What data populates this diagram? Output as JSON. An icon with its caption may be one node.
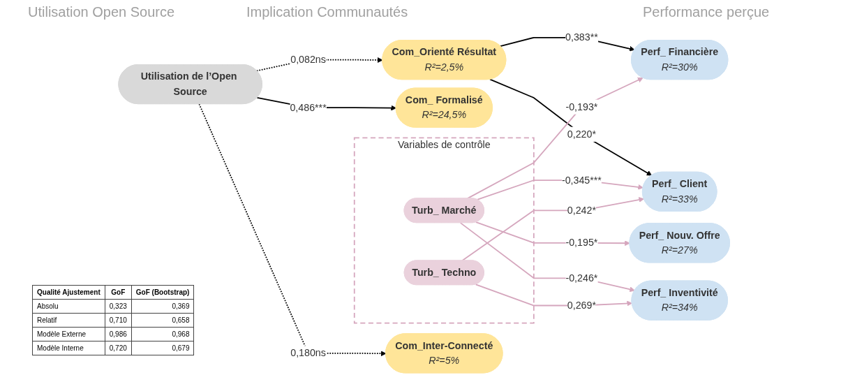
{
  "diagram": {
    "nodes": [
      {
        "text": [
          "Utilisation de l’Open Source"
        ]
      },
      {
        "text": [
          "Com_ Formalisé",
          "R²=24,5%"
        ]
      },
      {
        "text": [
          "Com_Orienté Résultat",
          "R²=2,5%"
        ]
      },
      {
        "text": [
          "Com_Inter-Connecté",
          "R²=5%"
        ]
      },
      {
        "text": [
          "Perf_ Financière",
          "R²=30%"
        ]
      },
      {
        "text": [
          "Perf_ Nouv. Offre",
          "R²=27%"
        ]
      },
      {
        "text": [
          "Perf_ Client",
          "R²=33%"
        ]
      },
      {
        "text": [
          "Perf_ Inventivité",
          "R²=34%"
        ]
      },
      {
        "text": [
          "Variables de contrôle"
        ]
      },
      {
        "text": [
          "Turb_ Marché"
        ],
        "in": 8
      },
      {
        "text": [
          "Turb_ Techno"
        ],
        "in": 8
      }
    ],
    "edges": [
      {
        "from": 0,
        "to": 1,
        "arrow": "to",
        "label": "0,486***",
        "color": "#000000"
      },
      {
        "from": 0,
        "to": 2,
        "arrow": "to",
        "label": "0,082ns",
        "style": "dashed",
        "color": "#000000"
      },
      {
        "from": 0,
        "to": 3,
        "arrow": "to",
        "label": "0,180ns",
        "style": "dashed",
        "color": "#000000"
      },
      {
        "from": 2,
        "to": 4,
        "arrow": "to",
        "label": "0,383**",
        "color": "#000000"
      },
      {
        "from": 2,
        "to": 6,
        "arrow": "to",
        "label": "0,220*",
        "color": "#000000"
      },
      {
        "from": 9,
        "to": 4,
        "arrow": "to",
        "label": "-0,193*",
        "color": "#d5a6bd"
      },
      {
        "from": 9,
        "to": 5,
        "arrow": "to",
        "label": "-0,195*",
        "color": "#d5a6bd"
      },
      {
        "from": 9,
        "to": 6,
        "arrow": "to",
        "label": "-0,345***",
        "color": "#d5a6bd"
      },
      {
        "from": 9,
        "to": 7,
        "arrow": "to",
        "label": "-0,246*",
        "color": "#d5a6bd"
      },
      {
        "from": 10,
        "to": 6,
        "arrow": "to",
        "label": "0,242*",
        "color": "#d5a6bd"
      },
      {
        "from": 10,
        "to": 7,
        "arrow": "to",
        "label": "0,269*",
        "color": "#d5a6bd"
      }
    ],
    "labels": [
      "Utilisation Open Source",
      "Implication Communautés",
      "Performance perçue",
      "Qualité Ajustement",
      "GoF",
      "GoF (Bootstrap)",
      "Absolu",
      "0,323",
      "0,369",
      "Relatif",
      "0,710",
      "0,658",
      "Modèle Externe",
      "0,986",
      "0,968",
      "Modèle Interne",
      "0,720",
      "0,679"
    ]
  }
}
